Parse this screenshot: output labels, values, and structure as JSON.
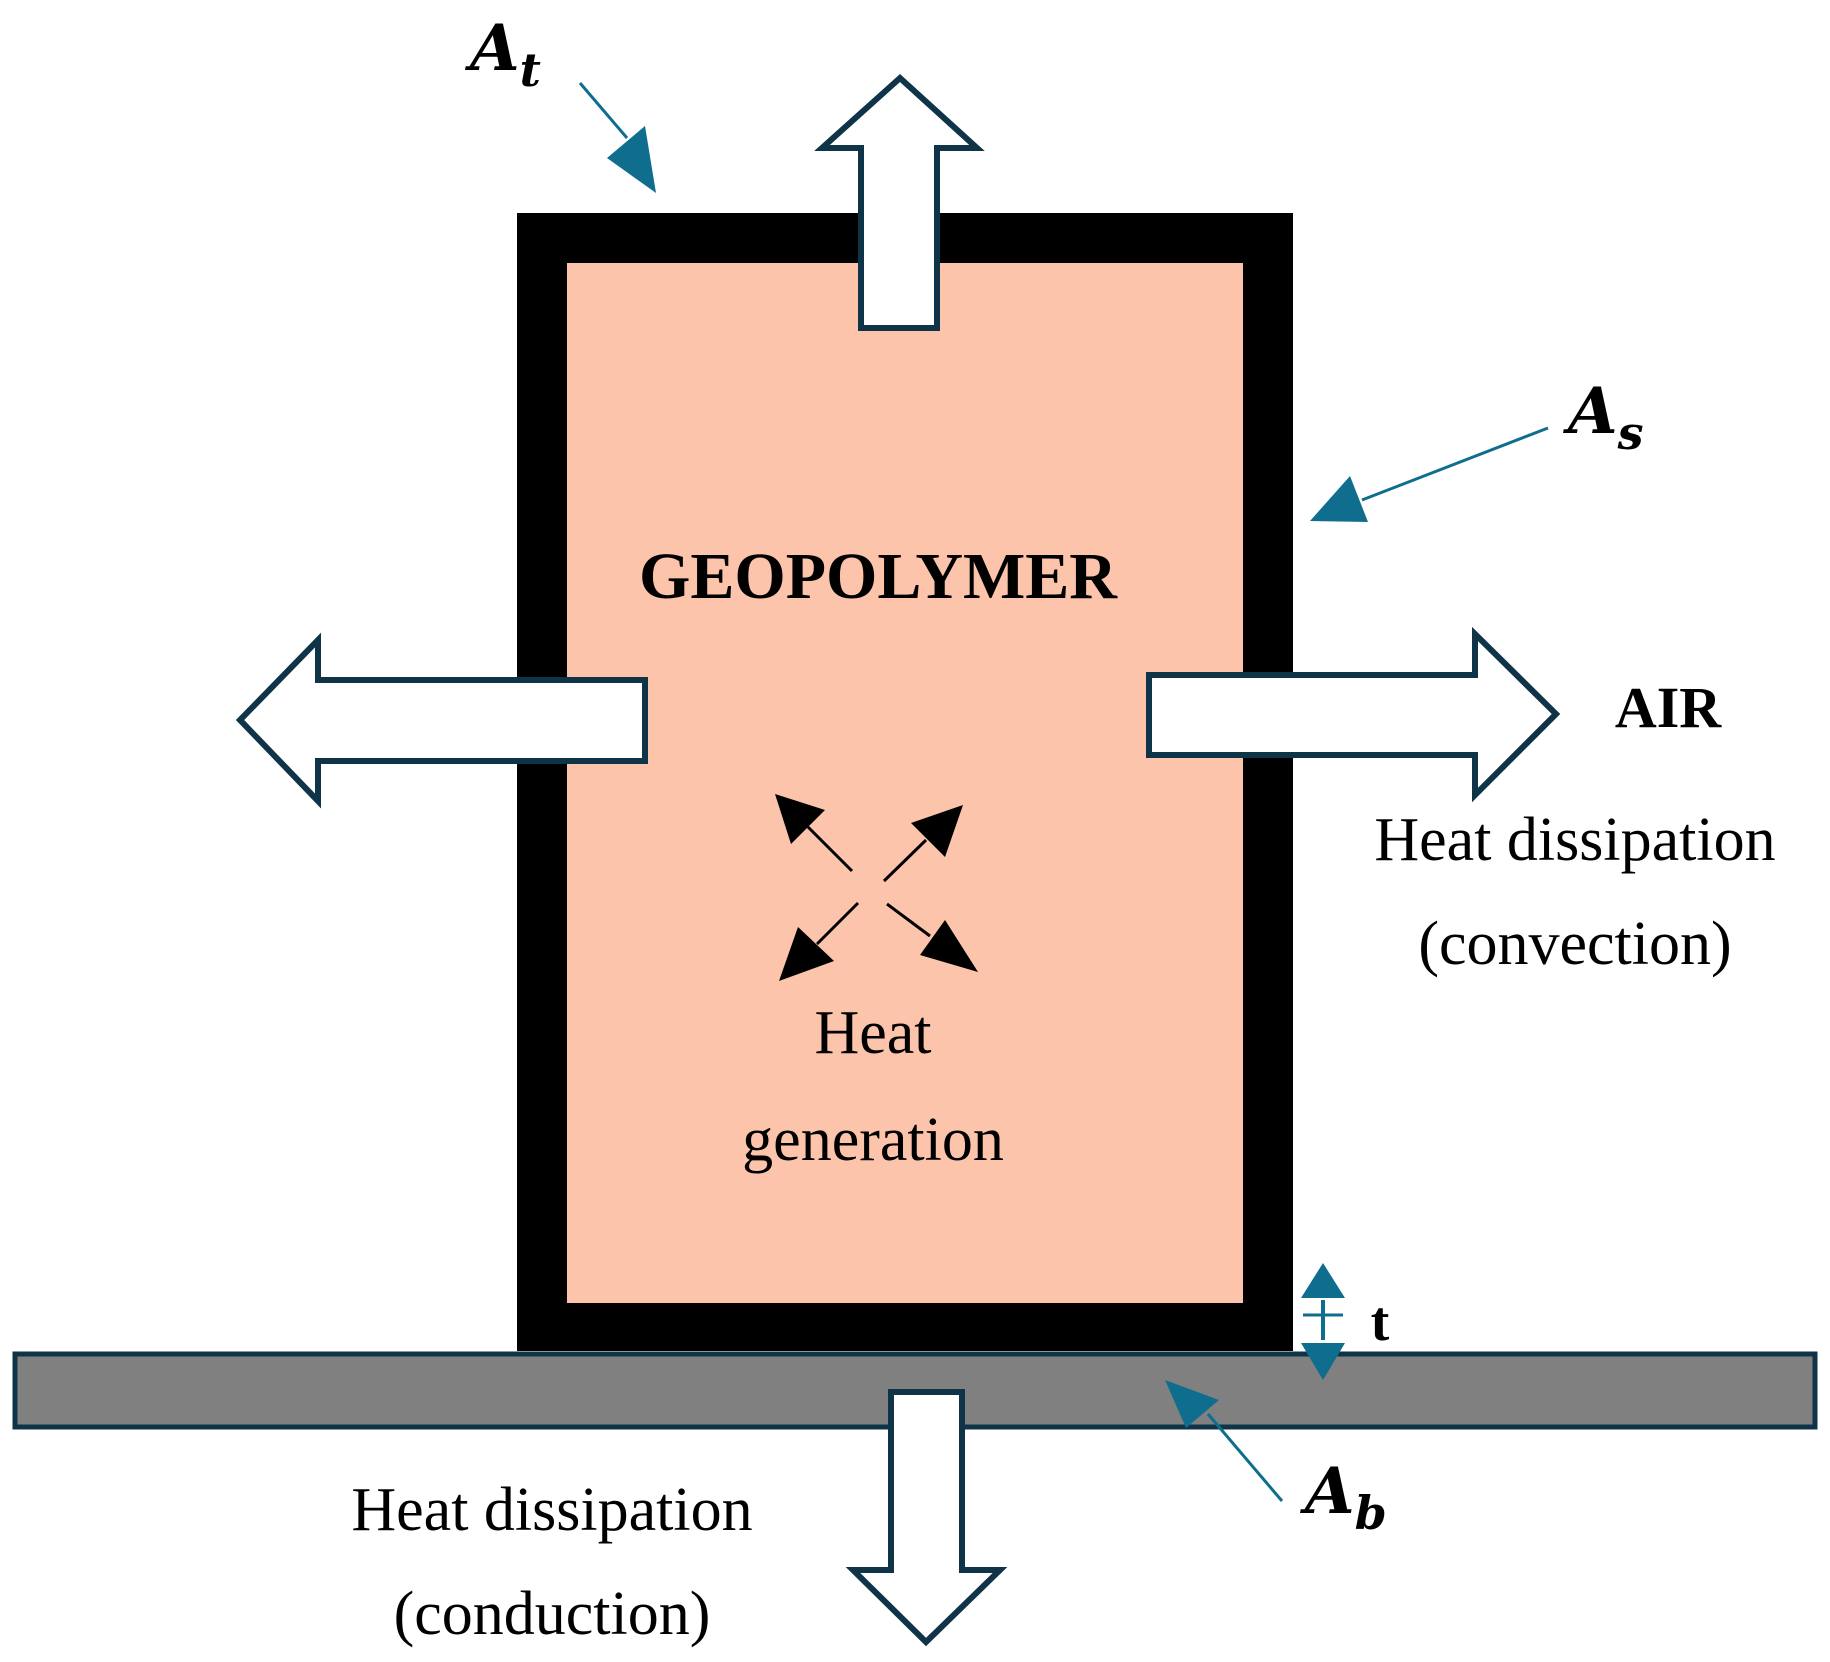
{
  "labels": {
    "material": "GEOPOLYMER",
    "air": "AIR",
    "heat_generation_line1": "Heat",
    "heat_generation_line2": "generation",
    "convection_line1": "Heat dissipation",
    "convection_line2": "(convection)",
    "conduction_line1": "Heat dissipation",
    "conduction_line2": "(conduction)",
    "thickness": "t"
  },
  "symbols": {
    "top_area": {
      "main": "A",
      "sub": "t"
    },
    "side_area": {
      "main": "A",
      "sub": "s"
    },
    "bottom_area": {
      "main": "A",
      "sub": "b"
    }
  },
  "colors": {
    "wall": "#000000",
    "geopolymer_fill": "#fcc4aa",
    "base_plate": "#808080",
    "base_plate_border": "#0f3347",
    "flow_arrow_stroke": "#0f3347",
    "pointer_arrow": "#0f6e8e",
    "text": "#000000"
  }
}
